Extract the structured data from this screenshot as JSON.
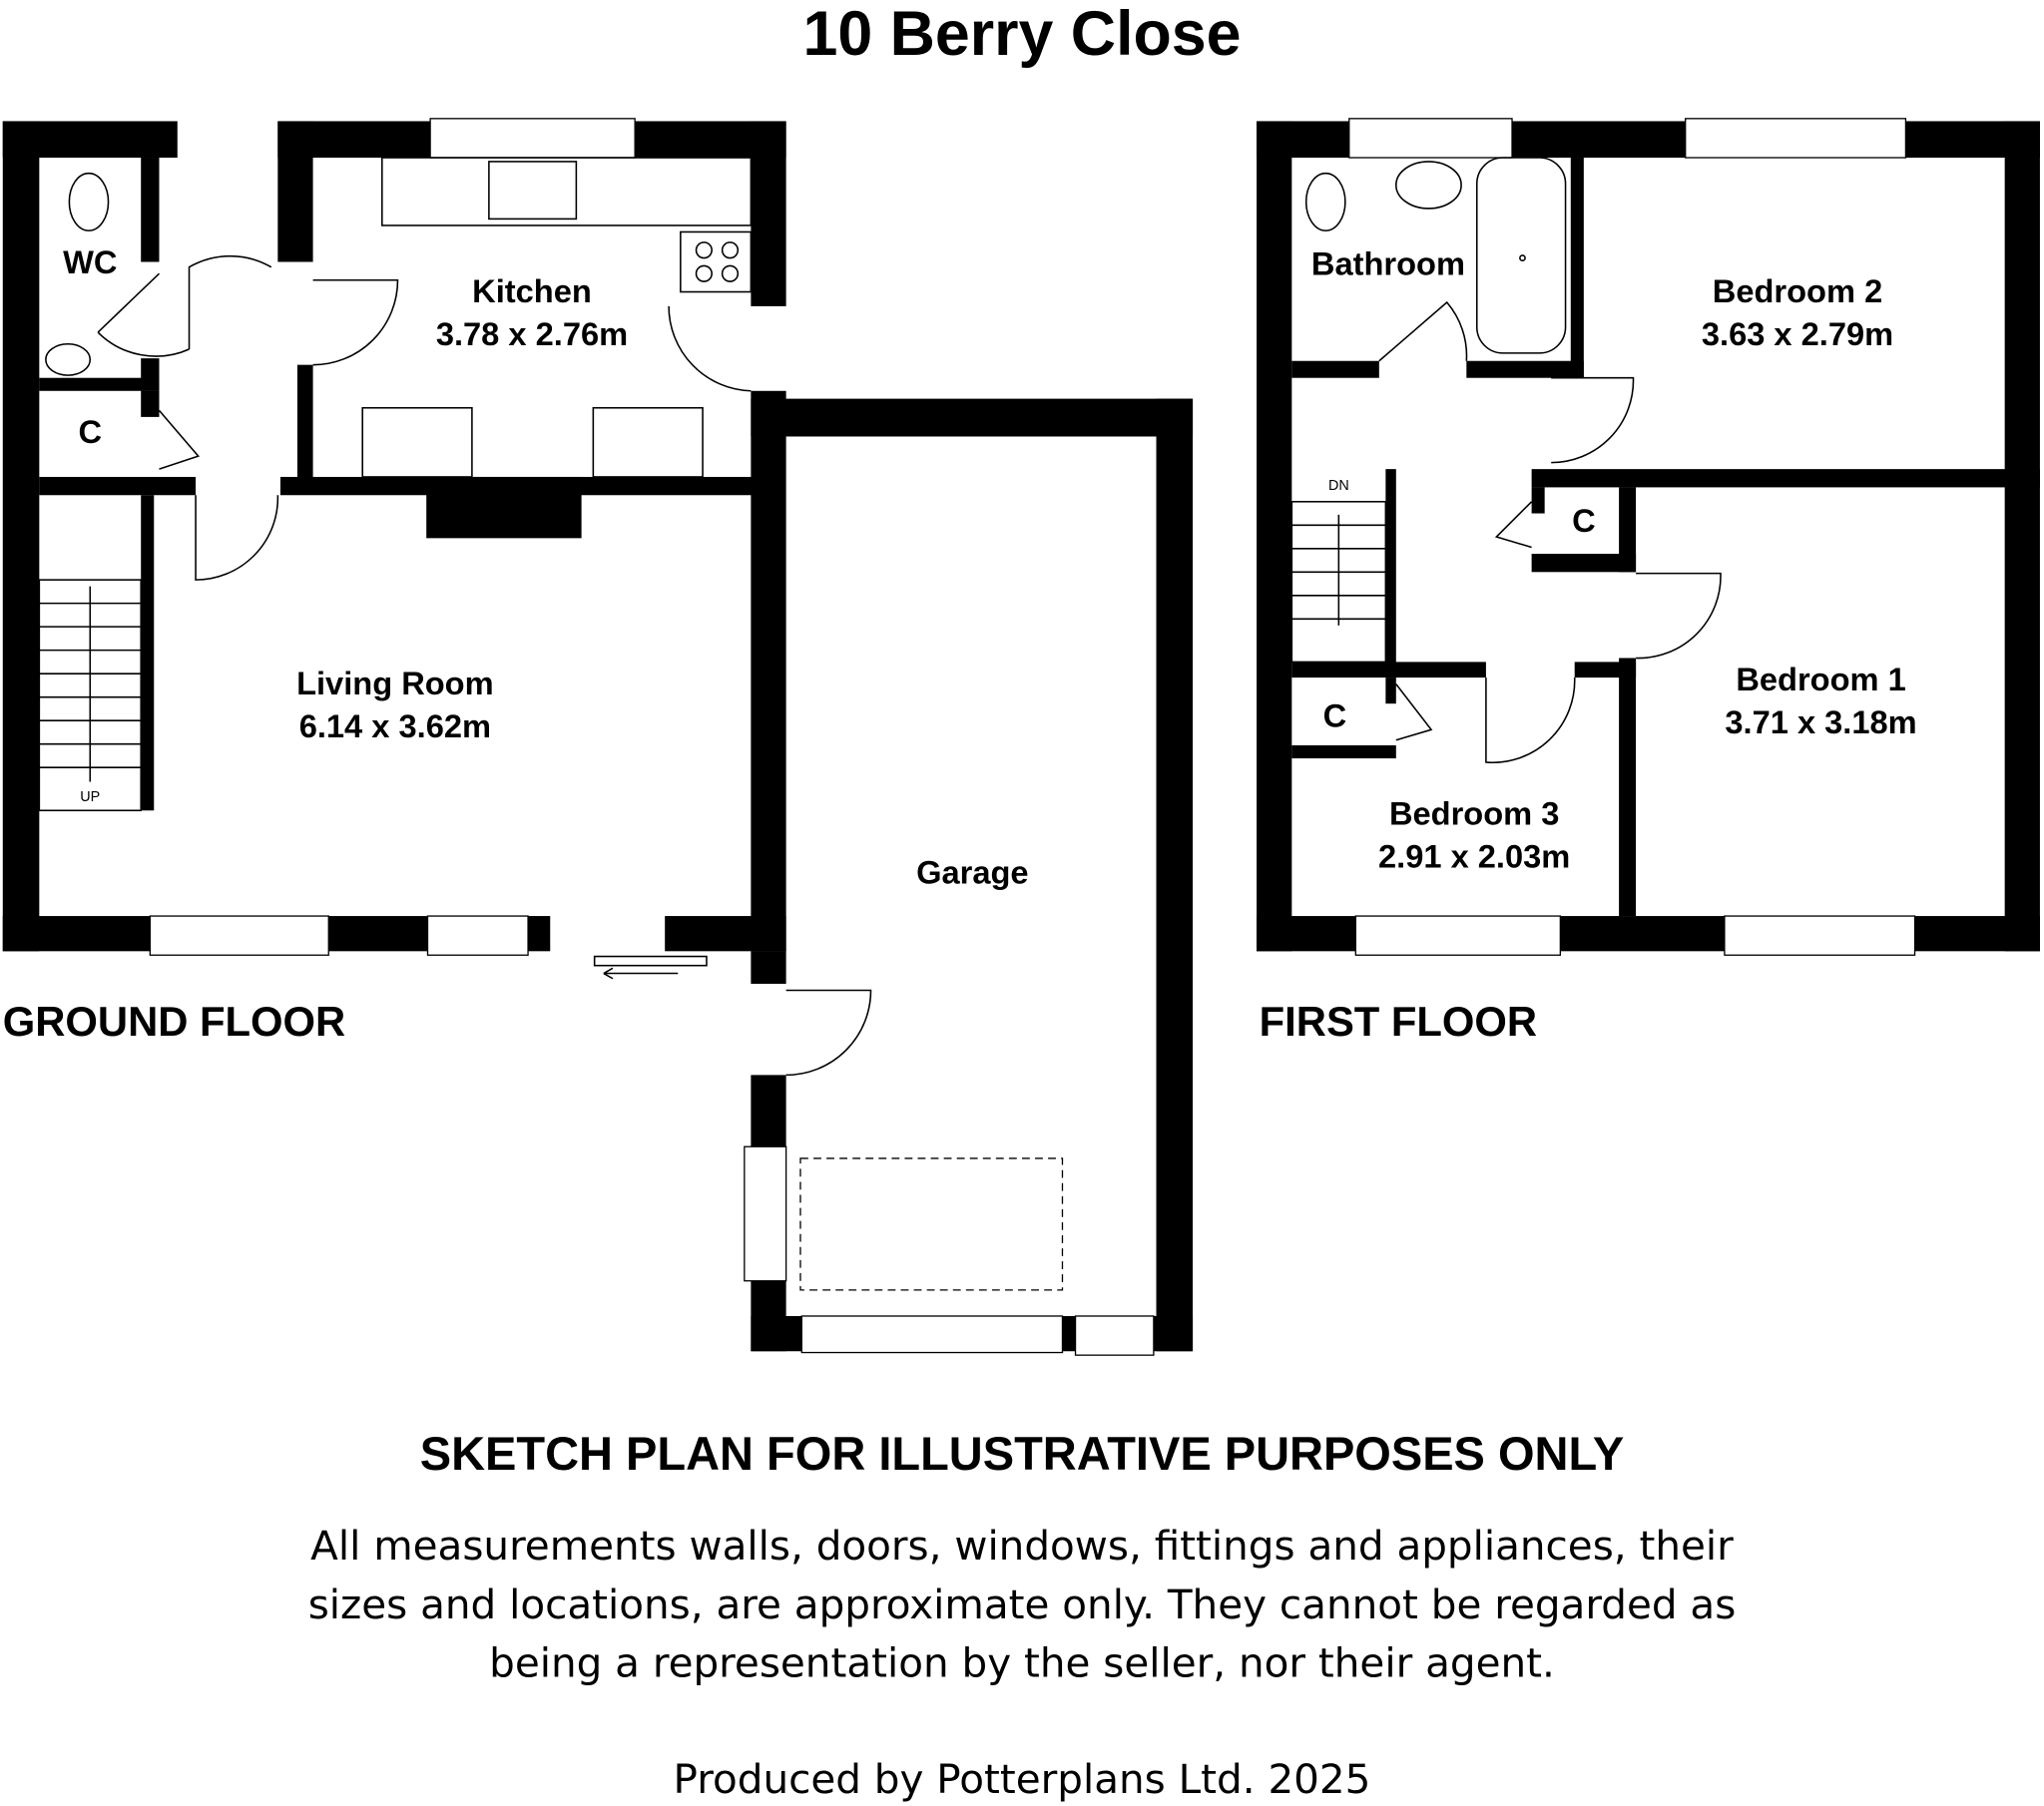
{
  "title": "10 Berry Close",
  "ground_floor": {
    "label": "GROUND FLOOR",
    "rooms": {
      "wc": "WC",
      "cupboard": "C",
      "kitchen_name": "Kitchen",
      "kitchen_size": "3.78 x 2.76m",
      "living_name": "Living Room",
      "living_size": "6.14 x 3.62m",
      "garage": "Garage"
    },
    "stairs_label": "UP"
  },
  "first_floor": {
    "label": "FIRST FLOOR",
    "rooms": {
      "bathroom": "Bathroom",
      "bed2_name": "Bedroom 2",
      "bed2_size": "3.63 x 2.79m",
      "bed1_name": "Bedroom 1",
      "bed1_size": "3.71 x 3.18m",
      "bed3_name": "Bedroom 3",
      "bed3_size": "2.91 x 2.03m",
      "cupboard1": "C",
      "cupboard2": "C"
    },
    "stairs_label": "DN"
  },
  "disclaimer": {
    "heading": "SKETCH PLAN FOR ILLUSTRATIVE PURPOSES ONLY",
    "line1": "All measurements walls, doors, windows, fittings and appliances, their",
    "line2": "sizes and locations, are approximate only. They cannot be regarded as",
    "line3": "being a representation by the seller, nor their agent."
  },
  "credit": "Produced by Potterplans Ltd. 2025"
}
